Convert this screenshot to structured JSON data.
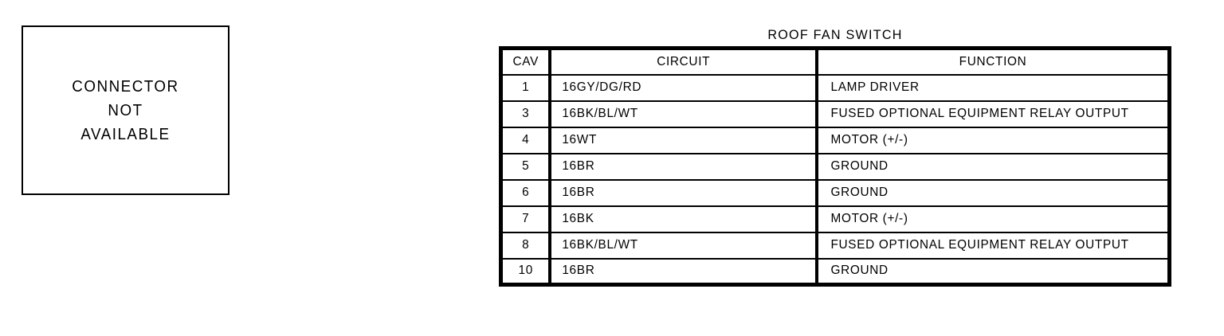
{
  "connector_panel": {
    "message_lines": [
      "CONNECTOR",
      "NOT",
      "AVAILABLE"
    ],
    "line1": "CONNECTOR",
    "line2": "NOT",
    "line3": "AVAILABLE"
  },
  "table_panel": {
    "title": "ROOF FAN SWITCH",
    "columns": [
      {
        "key": "cav",
        "label": "CAV"
      },
      {
        "key": "circuit",
        "label": "CIRCUIT"
      },
      {
        "key": "function",
        "label": "FUNCTION"
      }
    ],
    "headers": {
      "cav": "CAV",
      "circuit": "CIRCUIT",
      "function": "FUNCTION"
    },
    "rows": [
      {
        "cav": "1",
        "circuit": "16GY/DG/RD",
        "function": "LAMP DRIVER"
      },
      {
        "cav": "3",
        "circuit": "16BK/BL/WT",
        "function": "FUSED OPTIONAL EQUIPMENT RELAY OUTPUT"
      },
      {
        "cav": "4",
        "circuit": "16WT",
        "function": "MOTOR (+/-)"
      },
      {
        "cav": "5",
        "circuit": "16BR",
        "function": "GROUND"
      },
      {
        "cav": "6",
        "circuit": "16BR",
        "function": "GROUND"
      },
      {
        "cav": "7",
        "circuit": "16BK",
        "function": "MOTOR (+/-)"
      },
      {
        "cav": "8",
        "circuit": "16BK/BL/WT",
        "function": "FUSED OPTIONAL EQUIPMENT RELAY OUTPUT"
      },
      {
        "cav": "10",
        "circuit": "16BR",
        "function": "GROUND"
      }
    ]
  },
  "colors": {
    "background": "#ffffff",
    "ink": "#000000"
  }
}
